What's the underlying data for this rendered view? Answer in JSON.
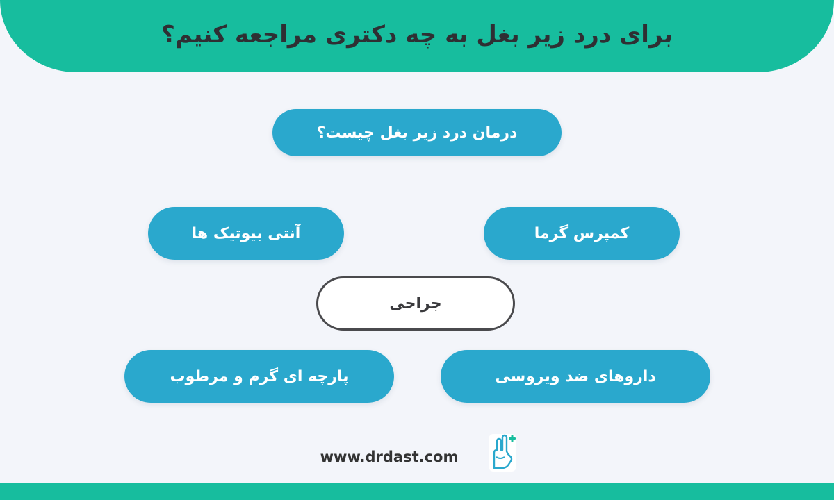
{
  "header": {
    "title": "برای درد زیر بغل به چه دکتری مراجعه کنیم؟"
  },
  "main": {
    "question": "درمان درد زیر بغل چیست؟",
    "treatments": {
      "warm_compress": "کمپرس گرما",
      "antibiotics": "آنتی بیوتیک ها",
      "surgery": "جراحی",
      "antivirals": "داروهای ضد ویروسی",
      "warm_wet_cloth": "پارچه ای گرم و مرطوب"
    }
  },
  "footer": {
    "website": "www.drdast.com",
    "logo_icon": "drdast-hand-logo-icon"
  },
  "colors": {
    "brand_green": "#17bd9e",
    "pill_blue": "#2aa8cd",
    "background": "#f3f5fa",
    "text_dark": "#2f2f33"
  }
}
